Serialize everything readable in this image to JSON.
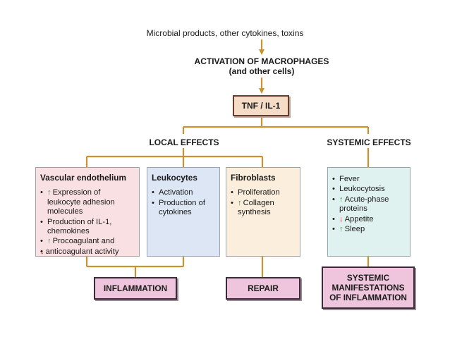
{
  "top": {
    "inputs": "Microbial products, other cytokines, toxins",
    "activation_line1": "ACTIVATION OF MACROPHAGES",
    "activation_line2": "(and other cells)",
    "mediator": "TNF / IL-1"
  },
  "effects": {
    "local": "LOCAL EFFECTS",
    "systemic": "SYSTEMIC EFFECTS"
  },
  "panels": {
    "vascular": {
      "title": "Vascular endothelium",
      "items": [
        {
          "arrow": "up",
          "text": "Expression of leukocyte adhesion molecules"
        },
        {
          "arrow": "",
          "text": "Production of IL-1, chemokines"
        },
        {
          "arrow": "up",
          "text": "Procoagulant and"
        },
        {
          "arrow": "down",
          "text": "anticoagulant activity"
        }
      ]
    },
    "leukocytes": {
      "title": "Leukocytes",
      "items": [
        {
          "arrow": "",
          "text": "Activation"
        },
        {
          "arrow": "",
          "text": "Production of cytokines"
        }
      ]
    },
    "fibroblasts": {
      "title": "Fibroblasts",
      "items": [
        {
          "arrow": "",
          "text": "Proliferation"
        },
        {
          "arrow": "up",
          "text": "Collagen synthesis"
        }
      ]
    },
    "systemic": {
      "items": [
        {
          "arrow": "",
          "text": "Fever"
        },
        {
          "arrow": "",
          "text": "Leukocytosis"
        },
        {
          "arrow": "up",
          "text": "Acute-phase proteins"
        },
        {
          "arrow": "down",
          "text": "Appetite"
        },
        {
          "arrow": "up",
          "text": "Sleep"
        }
      ]
    }
  },
  "outcomes": {
    "inflammation": "INFLAMMATION",
    "repair": "REPAIR",
    "systemic_line1": "SYSTEMIC",
    "systemic_line2": "MANIFESTATIONS",
    "systemic_line3": "OF INFLAMMATION"
  },
  "colors": {
    "connector": "#c9922e",
    "vascular_fill": "#f9e0e2",
    "leukocytes_fill": "#dde6f4",
    "fibroblasts_fill": "#fbeedd",
    "systemic_fill": "#e0f2ef",
    "mediator_fill": "#f5dcc7",
    "outcome_fill": "#eec5dc",
    "up_arrow": "#2c8c3c",
    "down_arrow": "#d8262f"
  }
}
